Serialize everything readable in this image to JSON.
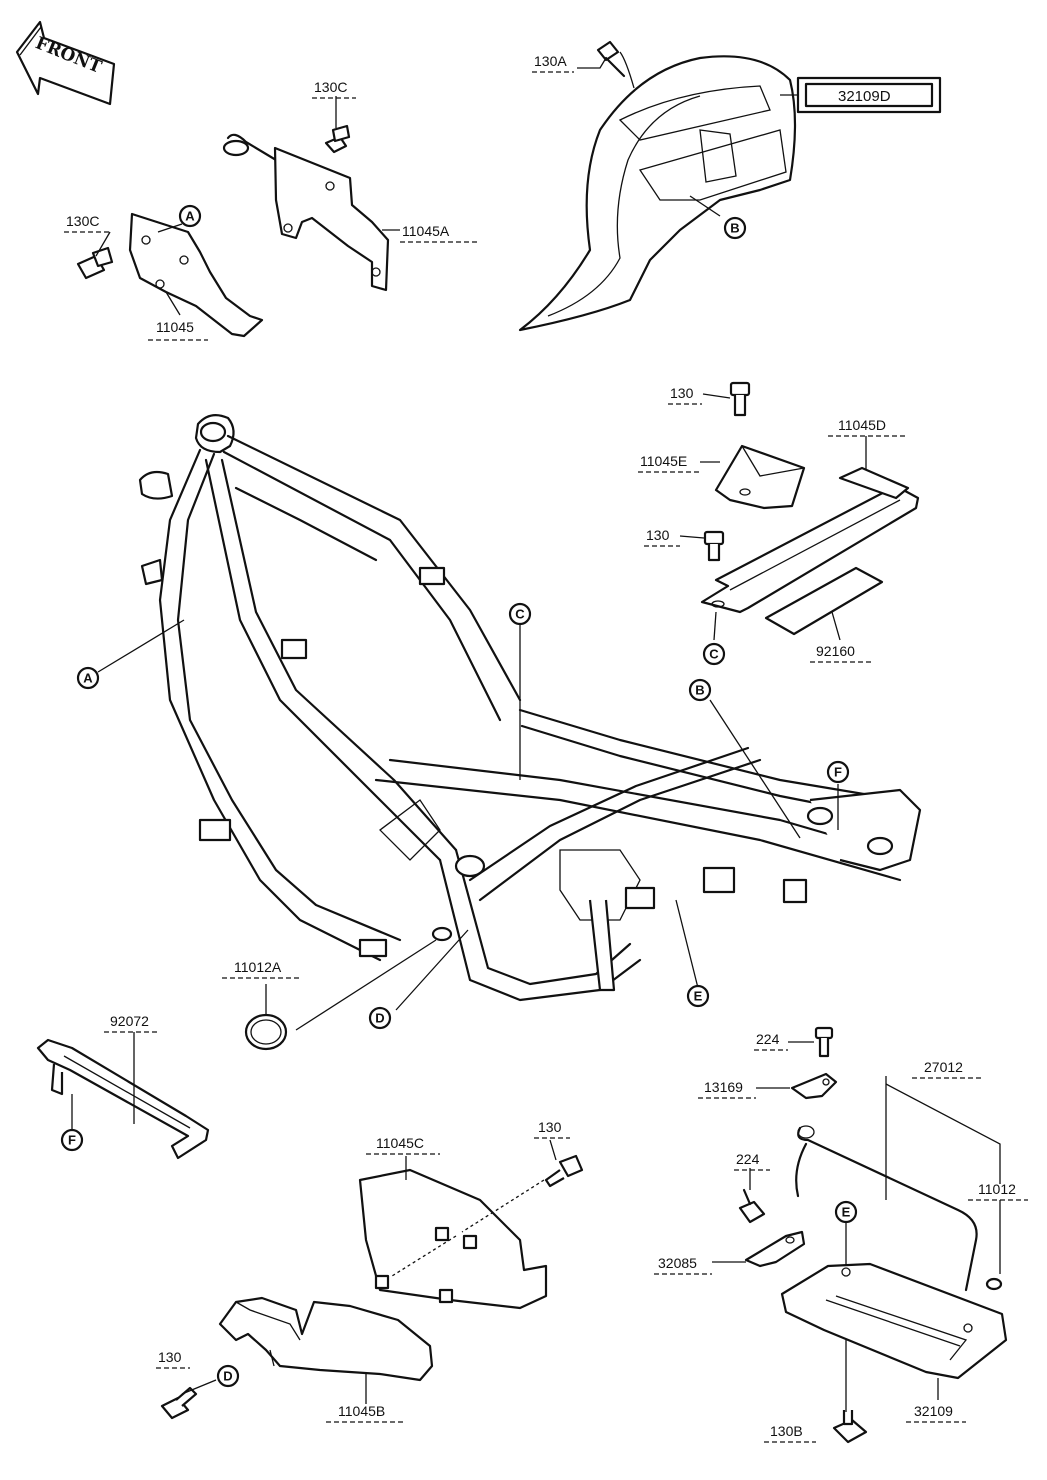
{
  "front_arrow": {
    "label": "FRONT"
  },
  "parts": {
    "p130A": "130A",
    "p32109D": "32109D",
    "p130C_top": "130C",
    "p130C_left": "130C",
    "p11045A": "11045A",
    "p11045": "11045",
    "p130_a": "130",
    "p11045D": "11045D",
    "p11045E": "11045E",
    "p130_b": "130",
    "p92160": "92160",
    "p11012A": "11012A",
    "p92072": "92072",
    "p224_a": "224",
    "p27012": "27012",
    "p13169": "13169",
    "p11045C": "11045C",
    "p130_c": "130",
    "p224_b": "224",
    "p11012": "11012",
    "p32085": "32085",
    "p130_d": "130",
    "p11045B": "11045B",
    "p32109": "32109",
    "p130B": "130B"
  },
  "refs": {
    "A_left": "A",
    "A_frame": "A",
    "B_cover": "B",
    "B_frame": "B",
    "C_frame": "C",
    "C_tray": "C",
    "D_frame": "D",
    "D_plate": "D",
    "E_frame": "E",
    "E_tray": "E",
    "F_frame": "F",
    "F_brace": "F"
  },
  "colors": {
    "ink": "#111111",
    "paper": "#ffffff"
  }
}
